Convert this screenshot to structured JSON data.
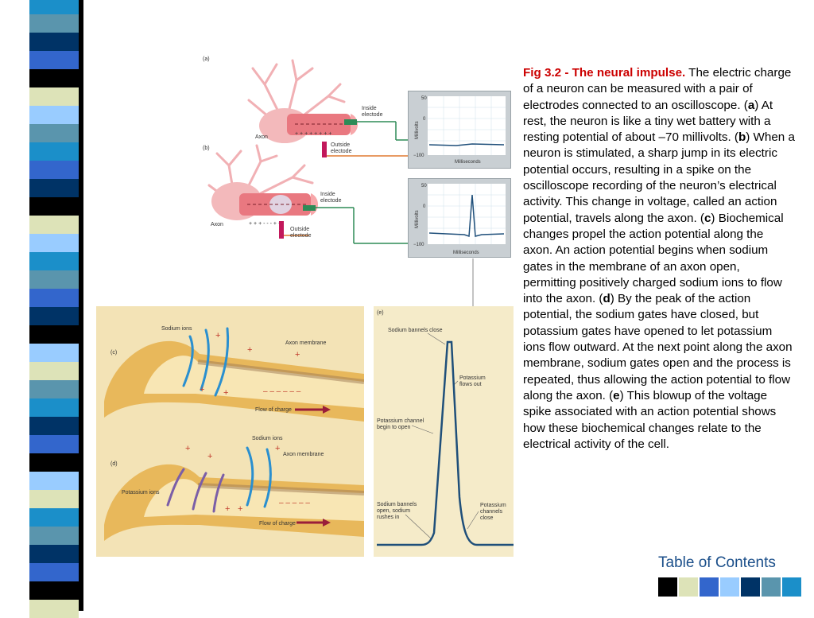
{
  "caption": {
    "title": "Fig 3.2 - The neural impulse.",
    "p1": " The electric charge of a neuron can be measured with a pair of electrodes connected to an oscilloscope. (",
    "a": "a",
    "p2": ") At rest, the neuron is like a tiny wet battery with a resting potential of about –70 millivolts. (",
    "b": "b",
    "p3": ") When a neuron is stimulated, a sharp jump in its electric potential occurs, resulting in a spike on the oscilloscope recording of the neuron’s electrical activity. This change in voltage, called an action potential, travels along the axon. (",
    "c": "c",
    "p4": ") Biochemical changes propel the action potential along the axon. An action potential begins when sodium gates in the membrane of an axon open, permitting positively charged sodium ions to flow into the axon. (",
    "d": "d",
    "p5": ") By the peak of the action potential, the sodium gates have closed, but potassium gates have opened to let potassium ions flow outward. At the next point along the axon membrane, sodium gates open and the process is repeated, thus allowing the action potential to flow along the axon. (",
    "e": "e",
    "p6": ") This blowup of the voltage spike associated with an action potential shows how these biochemical changes relate to the electrical activity of the cell."
  },
  "toc": {
    "label": "Table of Contents"
  },
  "colors": {
    "stripes": [
      "#1b8fc9",
      "#5a95ad",
      "#003366",
      "#3366cc",
      "#000000",
      "#dde3b8",
      "#99ccff"
    ],
    "toc_squares": [
      "#000000",
      "#dde3b8",
      "#3366cc",
      "#99ccff",
      "#003366",
      "#5a95ad",
      "#1b8fc9"
    ]
  },
  "figure": {
    "a": {
      "panel": "(a)",
      "axon": "Axon",
      "inside_electrode": [
        "Inside",
        "electode"
      ],
      "outside_electrode": [
        "Outside",
        "electode"
      ],
      "scope": {
        "ticks": [
          "50",
          "0",
          "−100"
        ],
        "ylabel": "Millivolts",
        "xlabel": "Milliseconds"
      }
    },
    "b": {
      "panel": "(b)",
      "axon": "Axon",
      "inside_electrode": [
        "Inside",
        "electode"
      ],
      "outside_electrode": [
        "Outside",
        "electode"
      ],
      "scope": {
        "ticks": [
          "50",
          "0",
          "−100"
        ],
        "ylabel": "Millivolts",
        "xlabel": "Milliseconds"
      }
    },
    "c": {
      "panel": "(c)",
      "sodium_ions": "Sodium ions",
      "axon_membrane": "Axon membrane",
      "flow": "Flow of charge"
    },
    "d": {
      "panel": "(d)",
      "sodium_ions": "Sodium ions",
      "potassium_ions": "Potassium ions",
      "axon_membrane": "Axon membrane",
      "flow": "Flow of charge"
    },
    "e": {
      "panel": "(e)",
      "sodium_close": "Sodium bannels close",
      "potassium_out": [
        "Potassium",
        "flows out"
      ],
      "potassium_channel_open": [
        "Potassium channel",
        "begin to open"
      ],
      "sodium_open": [
        "Sodium bannels",
        "open, sodium",
        "rushes in"
      ],
      "potassium_close": [
        "Potassium",
        "channels",
        "close"
      ]
    }
  }
}
